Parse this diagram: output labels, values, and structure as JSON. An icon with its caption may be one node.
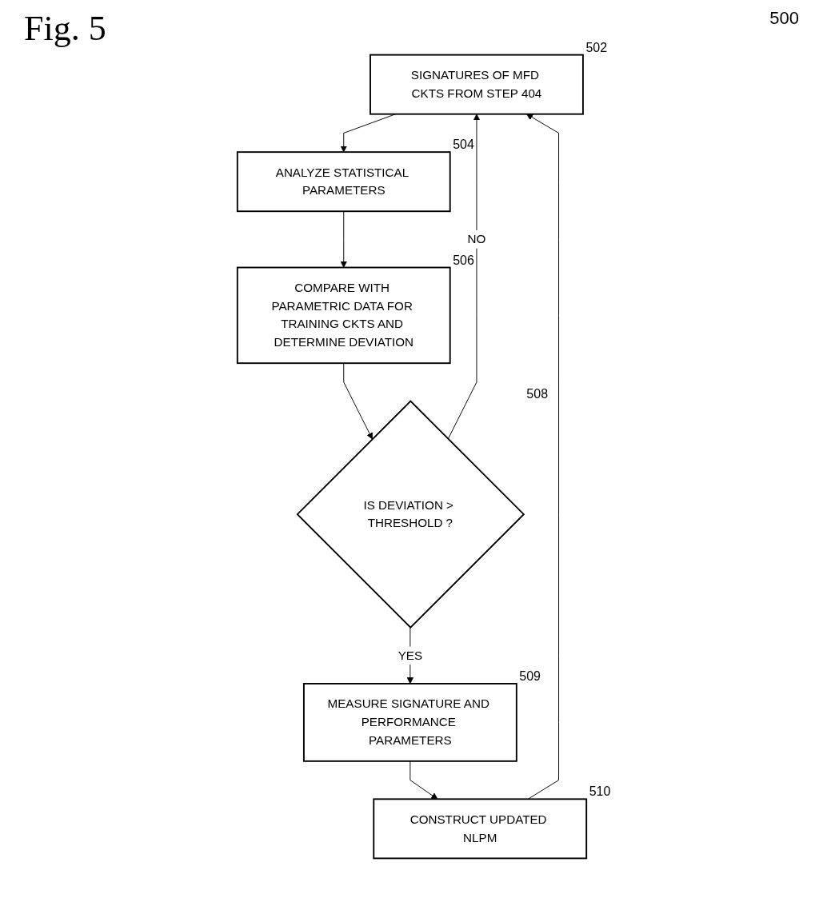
{
  "diagram": {
    "title": "Fig. 5",
    "nodes": [
      {
        "text": [
          "SIGNATURES OF MFD CKTS FROM STEP 404"
        ],
        "beside": [
          "502"
        ]
      },
      {
        "text": [
          "ANALYZE STATISTICAL PARAMETERS"
        ],
        "beside": [
          "504"
        ]
      },
      {
        "text": [
          "COMPARE WITH PARAMETRIC DATA FOR TRAINING CKTS AND DETERMINE DEVIATION"
        ],
        "beside": [
          "506"
        ]
      },
      {
        "text": [
          "IS DEVIATION > THRESHOLD ?"
        ],
        "beside": [
          "508"
        ]
      },
      {
        "text": [
          "MEASURE SIGNATURE AND PERFORMANCE PARAMETERS"
        ],
        "beside": [
          "509"
        ]
      },
      {
        "text": [
          "CONSTRUCT UPDATED NLPM"
        ],
        "beside": [
          "510"
        ]
      }
    ],
    "edges": [
      {
        "from": 0,
        "to": 1,
        "arrow": "to"
      },
      {
        "from": 1,
        "to": 2,
        "arrow": "to"
      },
      {
        "from": 2,
        "to": 3,
        "arrow": "to"
      },
      {
        "from": 3,
        "to": 4,
        "arrow": "to",
        "label": "YES"
      },
      {
        "from": 4,
        "to": 5,
        "arrow": "to"
      },
      {
        "from": 3,
        "to": 0,
        "arrow": "to",
        "label": "NO"
      },
      {
        "from": 5,
        "to": 0,
        "arrow": "to"
      }
    ],
    "labels": [
      "500"
    ]
  }
}
